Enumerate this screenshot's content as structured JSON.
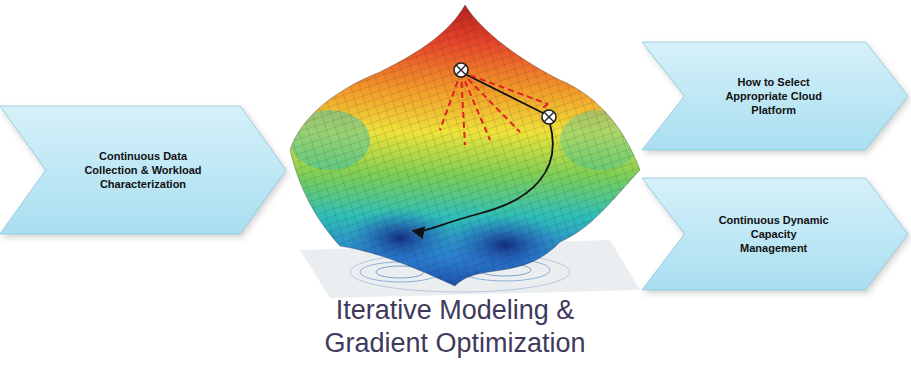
{
  "diagram": {
    "nodes": [
      {
        "text": [
          "Continuous Data Collection & Workload Characterization"
        ]
      },
      {
        "text": [
          "How to Select Appropriate Cloud Platform"
        ]
      },
      {
        "text": [
          "Continuous Dynamic Capacity Management"
        ]
      }
    ],
    "labels": [
      "Iterative Modeling & Gradient Optimization"
    ]
  }
}
